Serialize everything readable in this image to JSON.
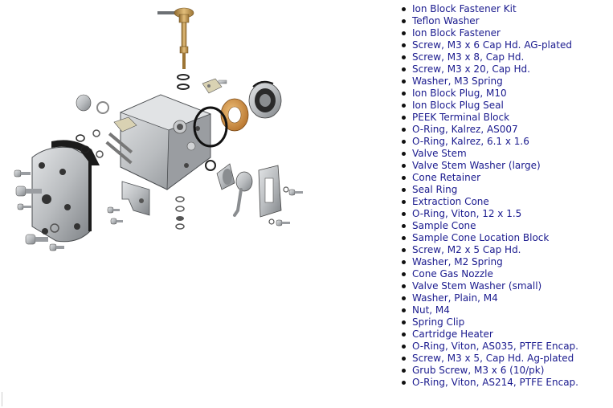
{
  "parts": [
    "Ion Block Fastener Kit",
    "Teflon Washer",
    "Ion Block Fastener",
    "Screw, M3 x 6 Cap Hd. AG-plated",
    "Screw, M3 x 8, Cap Hd.",
    "Screw, M3 x 20, Cap Hd.",
    "Washer, M3 Spring",
    "Ion Block Plug, M10",
    "Ion Block Plug Seal",
    "PEEK Terminal Block",
    "O-Ring, Kalrez, AS007",
    "O-Ring, Kalrez, 6.1 x 1.6",
    "Valve Stem",
    "Valve Stem Washer (large)",
    "Cone Retainer",
    "Seal Ring",
    "Extraction Cone",
    "O-Ring, Viton, 12 x 1.5",
    "Sample Cone",
    "Sample Cone Location Block",
    "Screw, M2 x 5 Cap Hd.",
    "Washer, M2 Spring",
    "Cone Gas Nozzle",
    "Valve Stem Washer (small)",
    "Washer, Plain, M4",
    "Nut, M4",
    "Spring Clip",
    "Cartridge Heater",
    "O-Ring, Viton, AS035, PTFE Encap.",
    "Screw, M3 x 5, Cap Hd. Ag-plated",
    "Grub Screw, M3 x 6 (10/pk)",
    "O-Ring, Viton, AS214, PTFE Encap."
  ],
  "colors": {
    "link": "#1a1a8e",
    "bullet": "#111111",
    "metal": "#b9bcbf",
    "metal_dark": "#6c7074",
    "brass": "#c79a55",
    "copper": "#c8833a",
    "ring_black": "#1b1b1b"
  },
  "icons": {
    "diagram": "exploded-source-assembly-diagram",
    "bullet": "disc-bullet-icon"
  }
}
